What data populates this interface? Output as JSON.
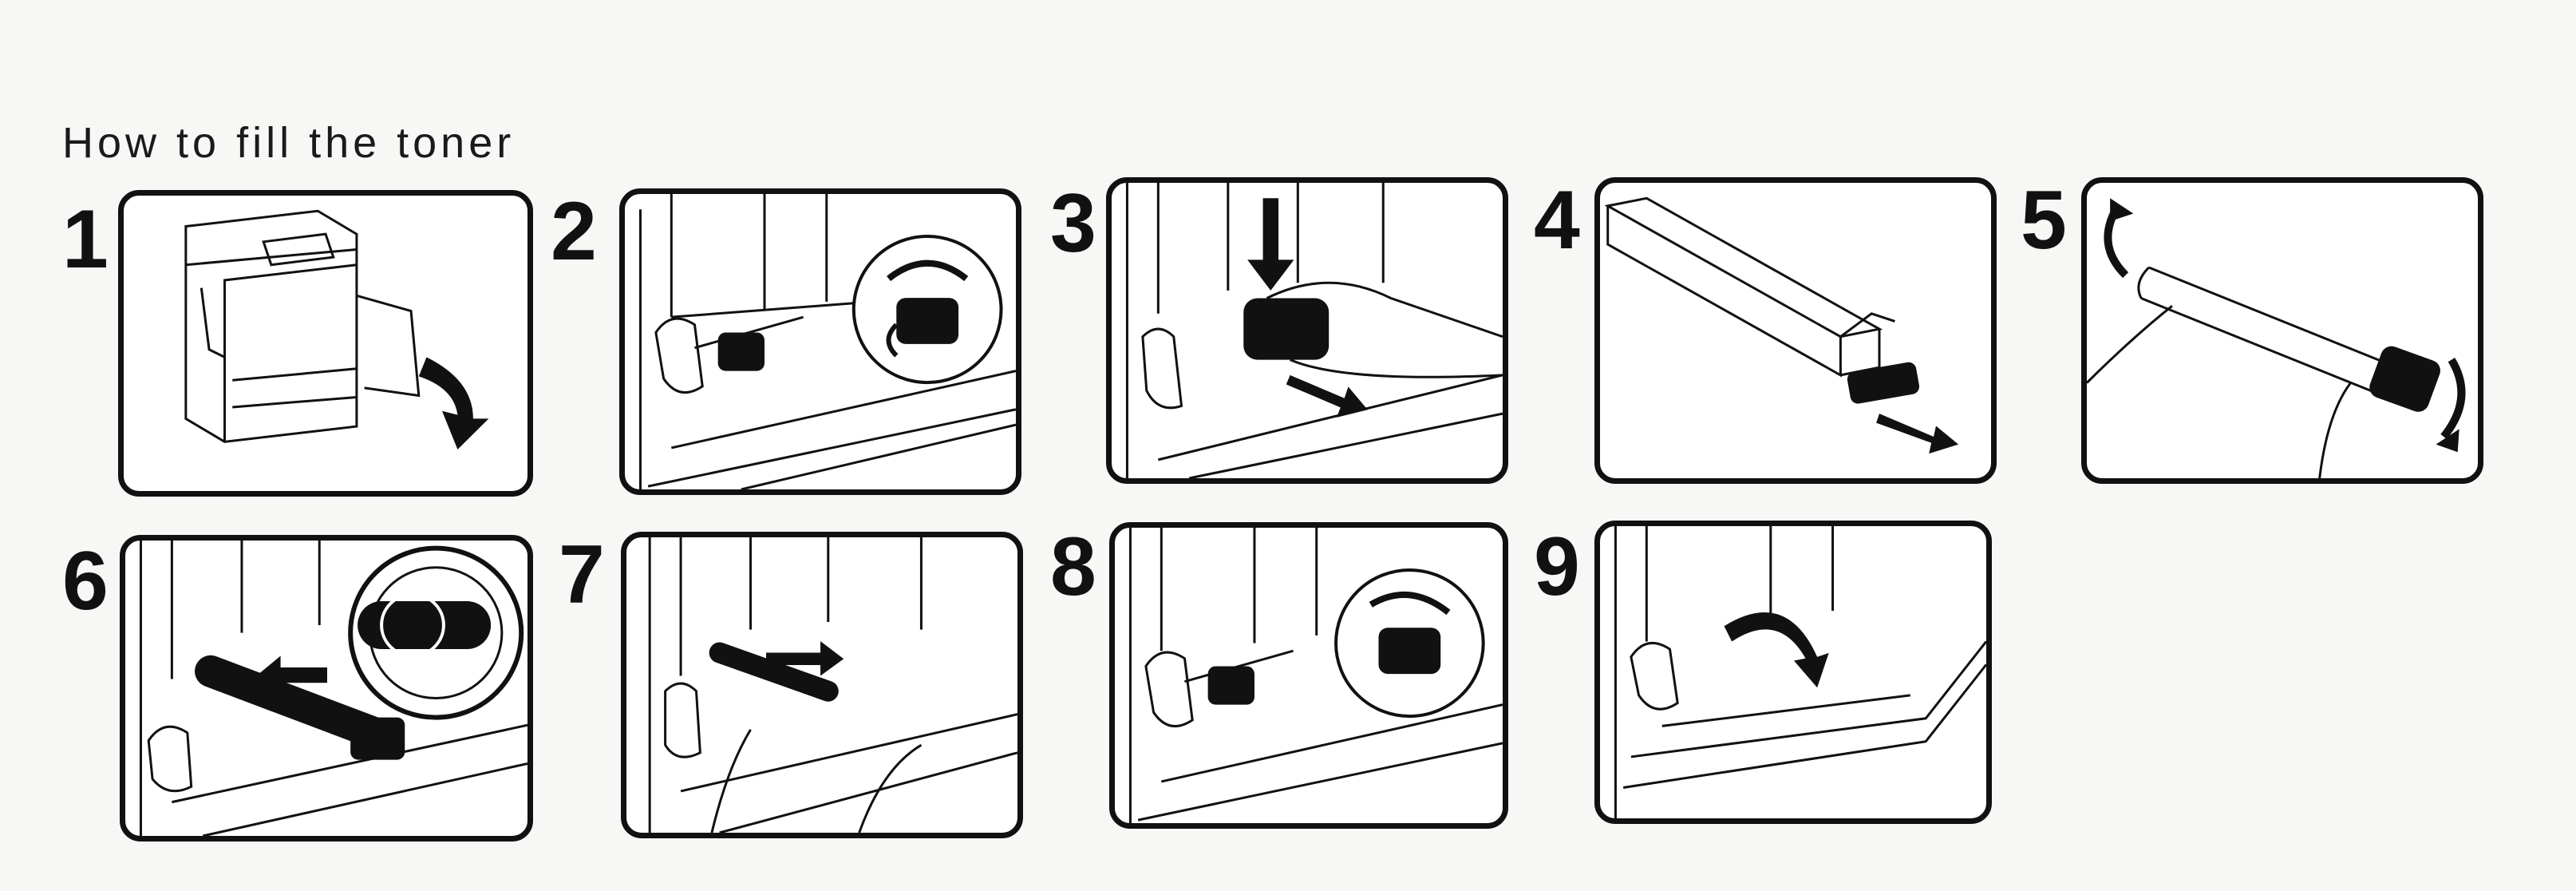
{
  "title": "How to fill the toner",
  "steps": [
    {
      "number": "1",
      "illustration": "open-front-cover"
    },
    {
      "number": "2",
      "illustration": "toner-lever-detail"
    },
    {
      "number": "3",
      "illustration": "pull-out-old-cartridge"
    },
    {
      "number": "4",
      "illustration": "unpack-new-cartridge"
    },
    {
      "number": "5",
      "illustration": "shake-cartridge"
    },
    {
      "number": "6",
      "illustration": "insert-cartridge"
    },
    {
      "number": "7",
      "illustration": "push-cartridge-in"
    },
    {
      "number": "8",
      "illustration": "lock-lever-detail"
    },
    {
      "number": "9",
      "illustration": "close-front-cover"
    }
  ],
  "colors": {
    "ink": "#111111",
    "paper": "#ffffff",
    "background": "#f7f7f5"
  }
}
